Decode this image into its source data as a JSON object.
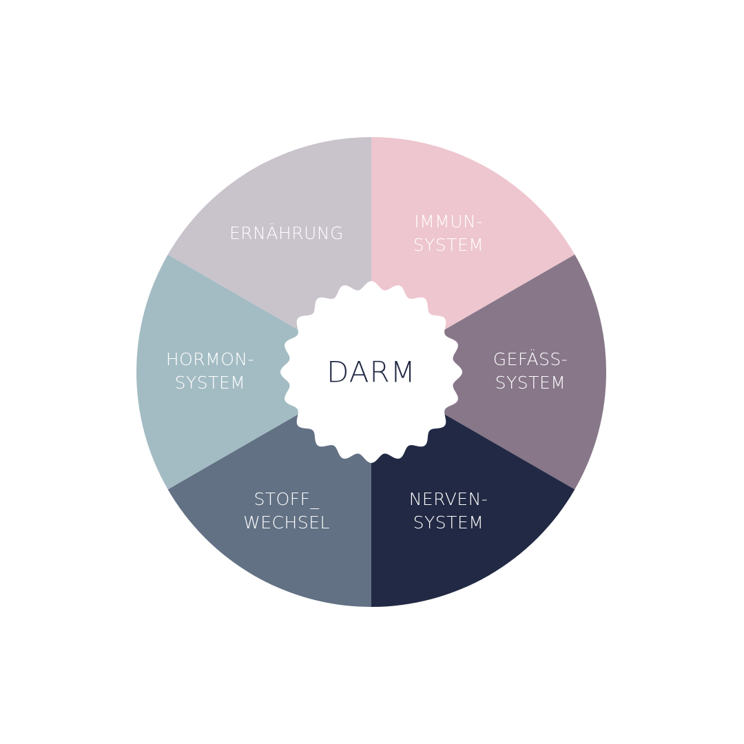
{
  "center": {
    "label": "DARM",
    "color": "#222944"
  },
  "segments": [
    {
      "id": "immunsystem",
      "lines": [
        "IMMUN-",
        "SYSTEM"
      ],
      "color": "#EEC6CF"
    },
    {
      "id": "gefaesssystem",
      "lines": [
        "GEFÄSS-",
        "SYSTEM"
      ],
      "color": "#877789"
    },
    {
      "id": "nervensystem",
      "lines": [
        "NERVEN-",
        "SYSTEM"
      ],
      "color": "#222944"
    },
    {
      "id": "stoffwechsel",
      "lines": [
        "STOFF_",
        "WECHSEL"
      ],
      "color": "#627184"
    },
    {
      "id": "hormonsystem",
      "lines": [
        "HORMON-",
        "SYSTEM"
      ],
      "color": "#A3BCC3"
    },
    {
      "id": "ernaehrung",
      "lines": [
        "ERNÄHRUNG"
      ],
      "color": "#C9C3CC"
    }
  ]
}
